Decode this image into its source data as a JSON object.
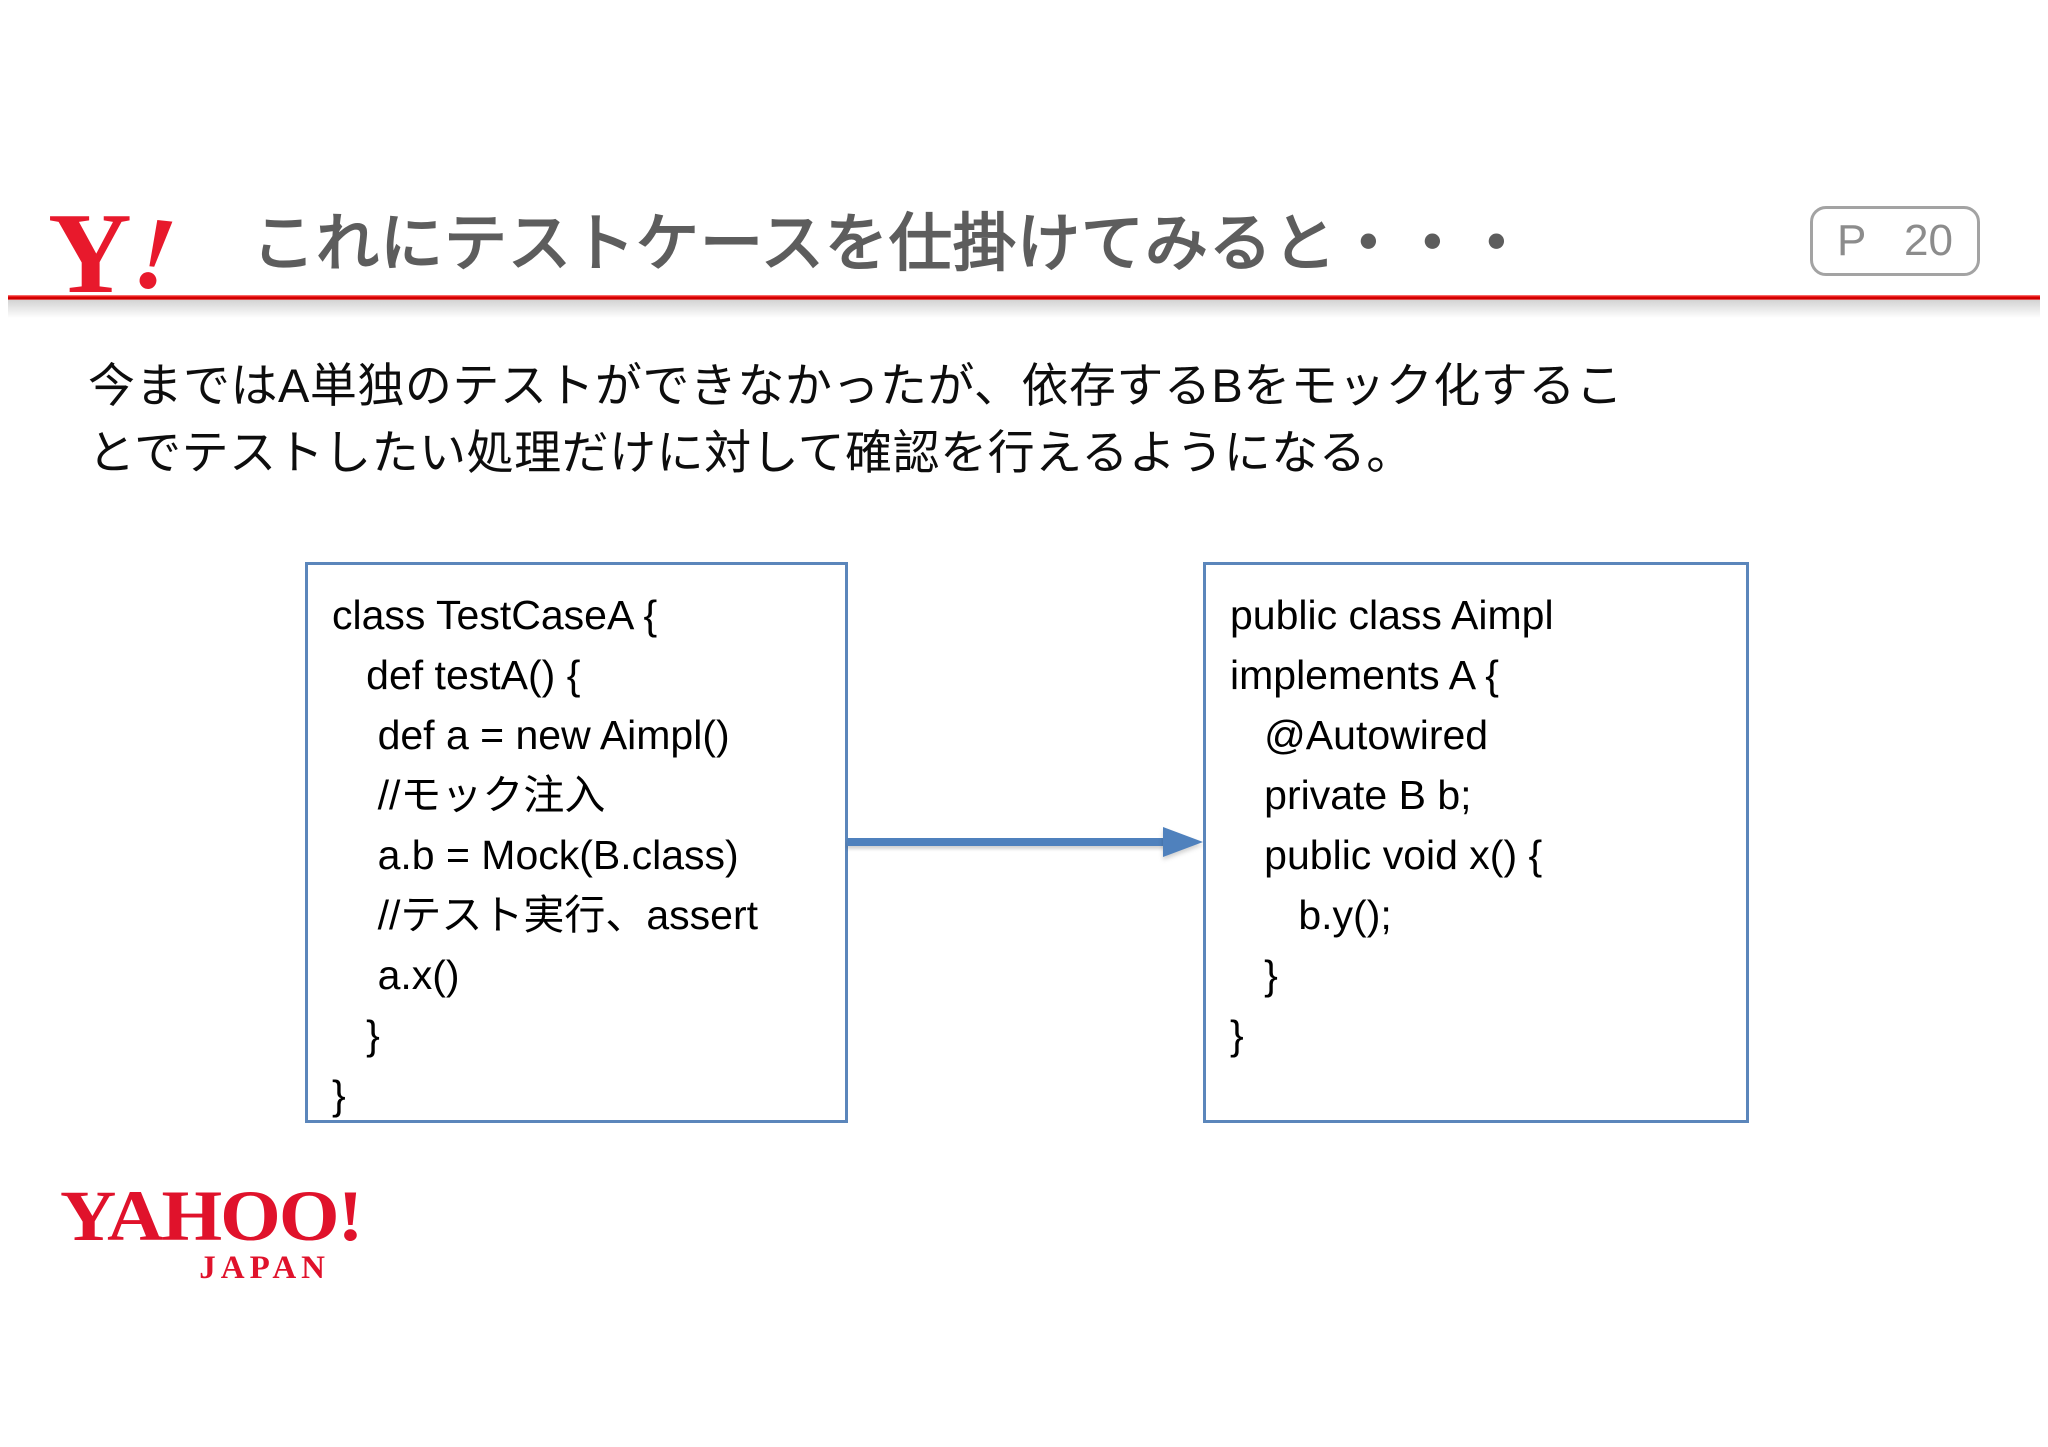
{
  "slide": {
    "header": {
      "y_logo_y": "Y",
      "y_logo_bang": "!",
      "title": "これにテストケースを仕掛けてみると・・・",
      "page_label": "P",
      "page_number": "20"
    },
    "lead_text": {
      "line1": "今まではA単独のテストができなかったが、依存するBをモック化するこ",
      "line2": "とでテストしたい処理だけに対して確認を行えるようになる。"
    },
    "test_code_box": {
      "lines": [
        "class TestCaseA {",
        "   def testA() {",
        "    def a = new Aimpl()",
        "    //モック注入",
        "    a.b = Mock(B.class)",
        "    //テスト実行、assert",
        "    a.x()",
        "   }",
        "}"
      ]
    },
    "impl_code_box": {
      "lines": [
        "public class Aimpl",
        "implements A {",
        "   @Autowired",
        "   private B b;",
        "",
        "   public void x() {",
        "      b.y();",
        "   }",
        "}"
      ]
    },
    "footer": {
      "yahoo_logo": "YAHOO!",
      "yahoo_logo_sub": "JAPAN"
    },
    "colors": {
      "logo_red": "#e8192c",
      "rule_red": "#e00000",
      "title_gray": "#5d5d5d",
      "page_gray": "#8c8c8c",
      "box_border_blue": "#5b86bb",
      "arrow_blue": "#4f81bd"
    }
  }
}
